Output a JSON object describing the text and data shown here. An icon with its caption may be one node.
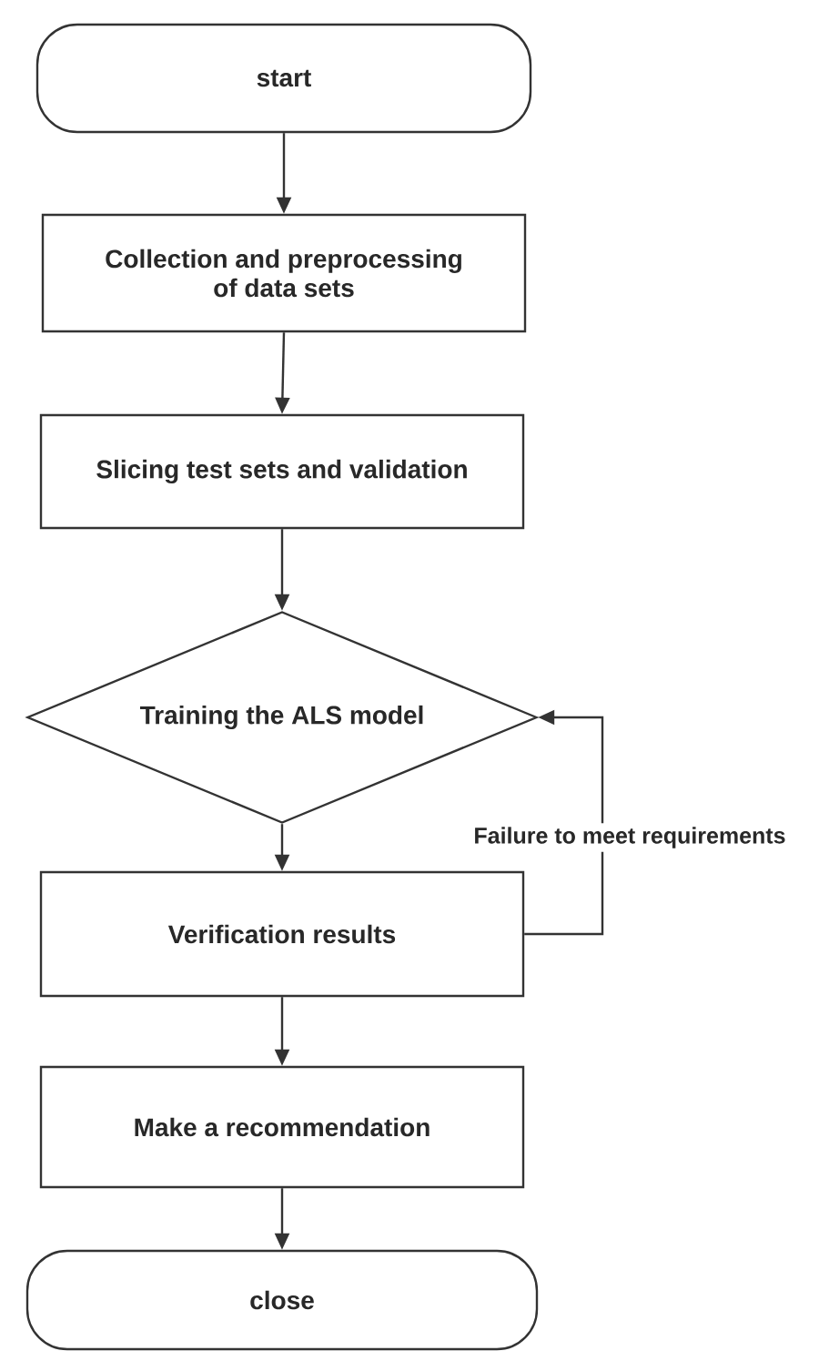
{
  "diagram": {
    "nodes": [
      {
        "text": [
          "start"
        ]
      },
      {
        "text": [
          "Collection and preprocessing of data sets"
        ]
      },
      {
        "text": [
          "Slicing test sets and validation"
        ]
      },
      {
        "text": [
          "Training the ALS model"
        ]
      },
      {
        "text": [
          "Verification results"
        ]
      },
      {
        "text": [
          "Make a recommendation"
        ]
      },
      {
        "text": [
          "close"
        ]
      }
    ],
    "edges": [
      {
        "from": 0,
        "to": 1,
        "arrow": "to"
      },
      {
        "from": 1,
        "to": 2,
        "arrow": "to"
      },
      {
        "from": 2,
        "to": 3,
        "arrow": "to"
      },
      {
        "from": 3,
        "to": 4,
        "arrow": "to"
      },
      {
        "from": 4,
        "to": 3,
        "arrow": "to",
        "label": "Failure to meet requirements"
      },
      {
        "from": 4,
        "to": 5,
        "arrow": "to"
      },
      {
        "from": 5,
        "to": 6,
        "arrow": "to"
      }
    ]
  }
}
